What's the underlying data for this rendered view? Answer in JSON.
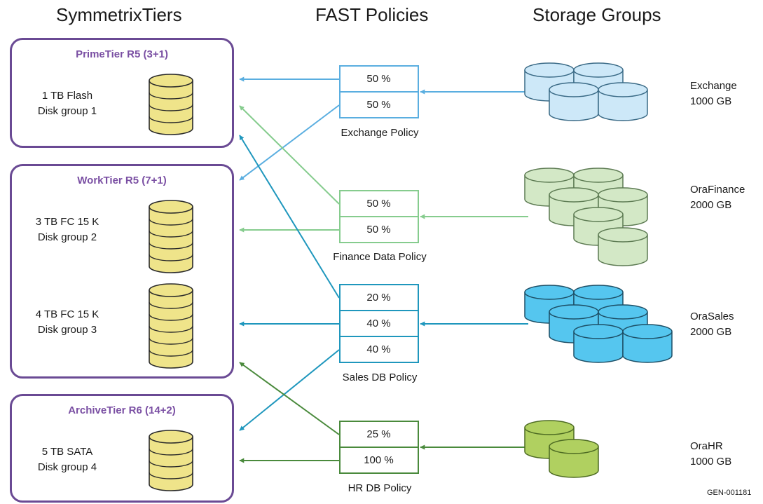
{
  "headers": {
    "tiers": "SymmetrixTiers",
    "policies": "FAST Policies",
    "groups": "Storage Groups"
  },
  "tiers": [
    {
      "name": "PrimeTier R5 (3+1)",
      "disk_groups": [
        {
          "line1": "1 TB Flash",
          "line2": "Disk group 1"
        }
      ]
    },
    {
      "name": "WorkTier R5 (7+1)",
      "disk_groups": [
        {
          "line1": "3 TB FC 15 K",
          "line2": "Disk group 2"
        },
        {
          "line1": "4 TB FC 15 K",
          "line2": "Disk group 3"
        }
      ]
    },
    {
      "name": "ArchiveTier R6 (14+2)",
      "disk_groups": [
        {
          "line1": "5 TB SATA",
          "line2": "Disk group 4"
        }
      ]
    }
  ],
  "policies": [
    {
      "name": "Exchange Policy",
      "color": "#5aaee0",
      "cells": [
        "50 %",
        "50 %"
      ]
    },
    {
      "name": "Finance Data Policy",
      "color": "#86cc8e",
      "cells": [
        "50 %",
        "50 %"
      ]
    },
    {
      "name": "Sales DB Policy",
      "color": "#1f97bd",
      "cells": [
        "20 %",
        "40 %",
        "40 %"
      ]
    },
    {
      "name": "HR DB Policy",
      "color": "#4a8a3c",
      "cells": [
        "25 %",
        "100 %"
      ]
    }
  ],
  "storage_groups": [
    {
      "name": "Exchange",
      "size": "1000 GB",
      "fill": "#cde8f8",
      "stroke": "#3a6a86"
    },
    {
      "name": "OraFinance",
      "size": "2000 GB",
      "fill": "#d3e8c6",
      "stroke": "#5c7a52"
    },
    {
      "name": "OraSales",
      "size": "2000 GB",
      "fill": "#55c6ef",
      "stroke": "#1d4f66"
    },
    {
      "name": "OraHR",
      "size": "1000 GB",
      "fill": "#b0d060",
      "stroke": "#4c6a22"
    }
  ],
  "disk_stack_color": "#efe48a",
  "tier_border_color": "#6a4a94",
  "figure_id": "GEN-001181"
}
